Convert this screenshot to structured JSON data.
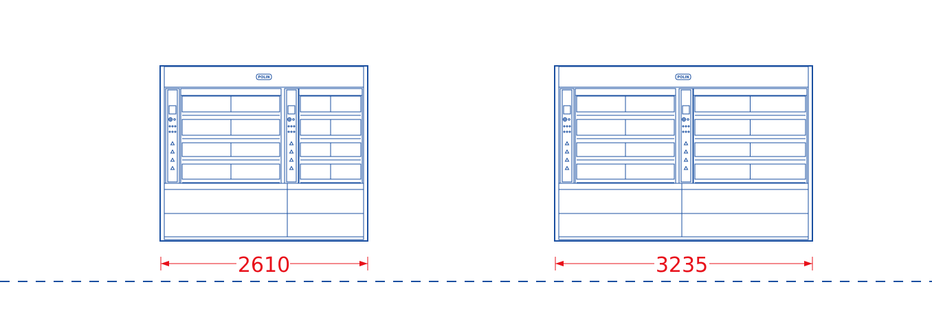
{
  "colors": {
    "line": "#1a4fa0",
    "dimension": "#e8101a",
    "ground": "#1a4fa0",
    "background": "#ffffff"
  },
  "ovens": [
    {
      "name": "oven-left",
      "logo": "POLIN",
      "width_label": "2610",
      "width_mm": 2610
    },
    {
      "name": "oven-right",
      "logo": "POLIN",
      "width_label": "3235",
      "width_mm": 3235
    }
  ]
}
